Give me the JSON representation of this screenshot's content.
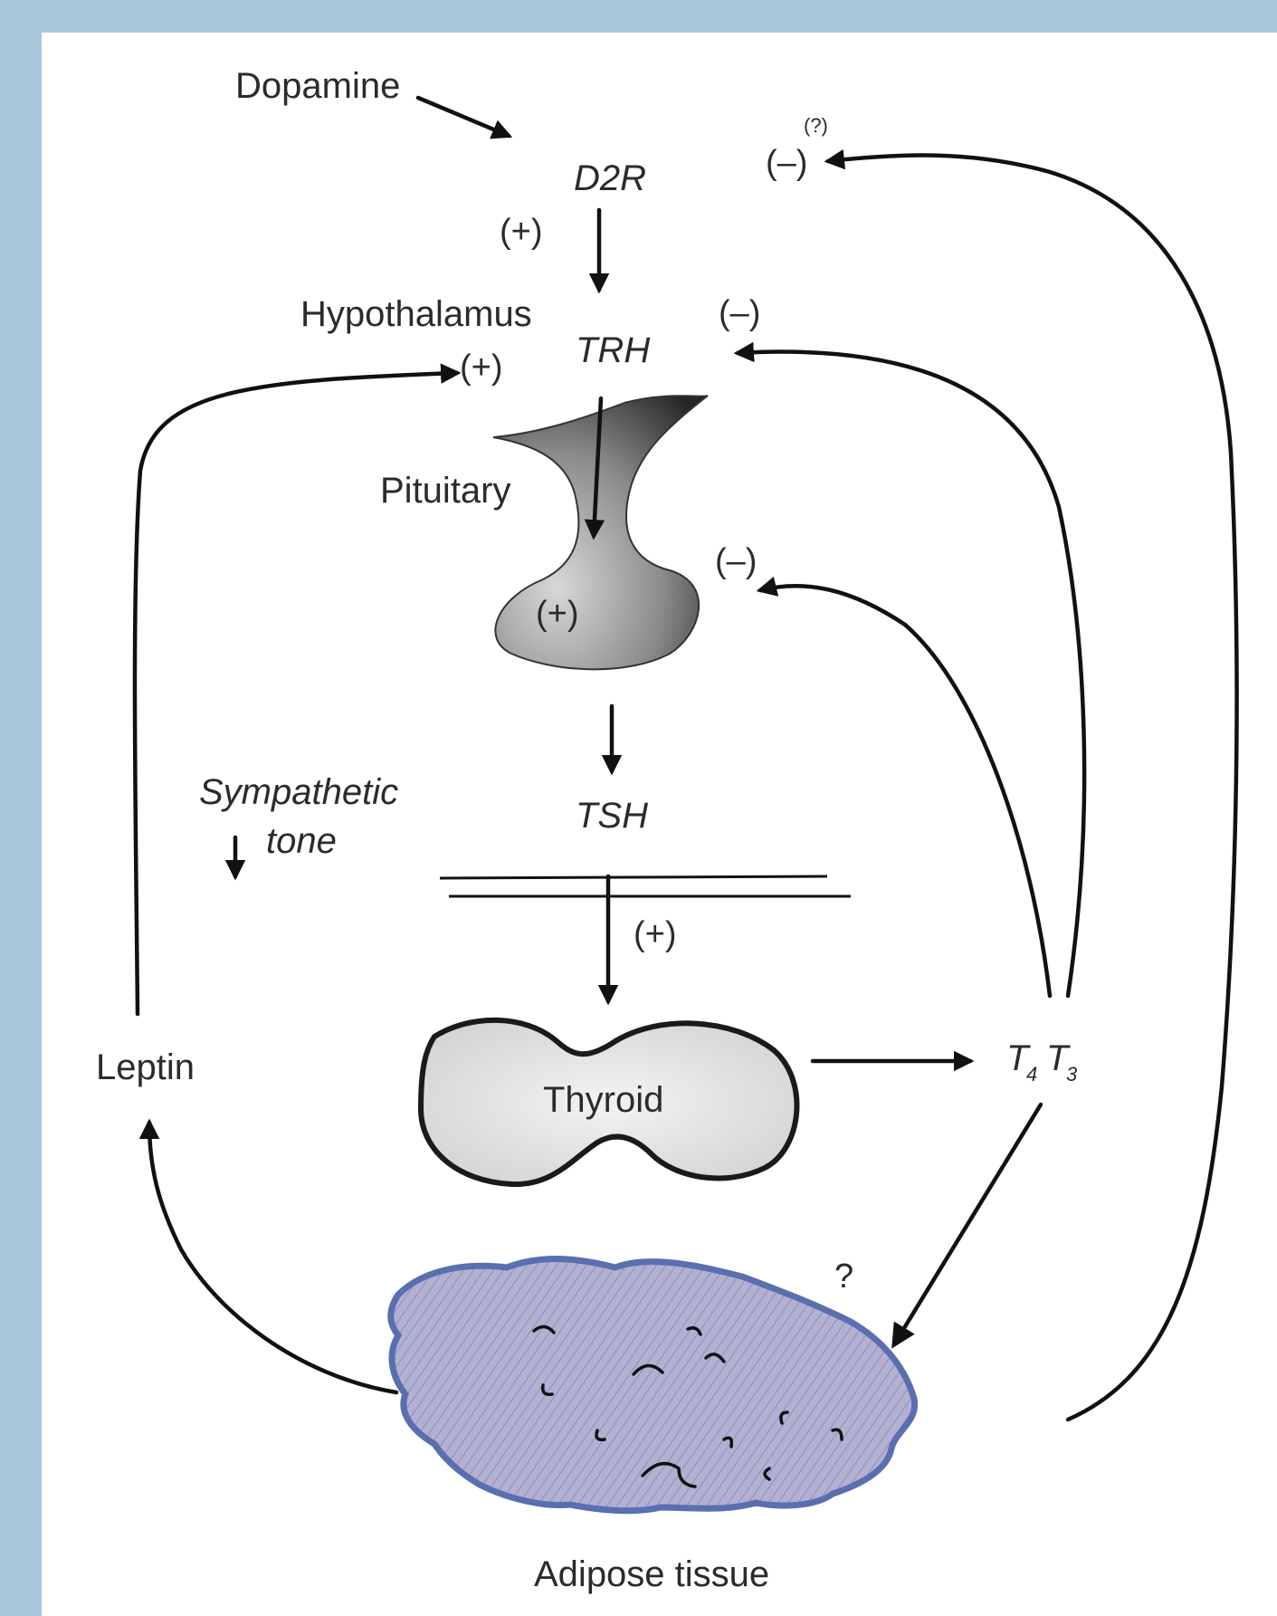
{
  "colors": {
    "page_border": "#a9c7dc",
    "panel": "#ffffff",
    "adipose_fill": "#b3b1d2",
    "adipose_edge": "#5a6fb0",
    "pituitary_dark": "#2a2a2a",
    "pituitary_light": "#d8d8d8",
    "thyroid_fill": "#dedede"
  },
  "labels": {
    "dopamine": "Dopamine",
    "d2r": "D2R",
    "hypothalamus": "Hypothalamus",
    "trh": "TRH",
    "pituitary": "Pituitary",
    "tsh": "TSH",
    "sympathetic_line1": "Sympathetic",
    "sympathetic_line2": "tone",
    "leptin": "Leptin",
    "thyroid": "Thyroid",
    "t4": "T",
    "t4_sub": "4",
    "t3": "T",
    "t3_sub": "3",
    "adipose": "Adipose tissue"
  },
  "signs": {
    "d2r_to_trh": "(+)",
    "leptin_to_hypothalamus": "(+)",
    "pituitary": "(+)",
    "tsh_to_thyroid": "(+)",
    "feedback_trh": "(–)",
    "feedback_pituitary": "(–)",
    "feedback_d2r": "(–)",
    "feedback_d2r_question": "(?)",
    "adipose_question": "?"
  }
}
